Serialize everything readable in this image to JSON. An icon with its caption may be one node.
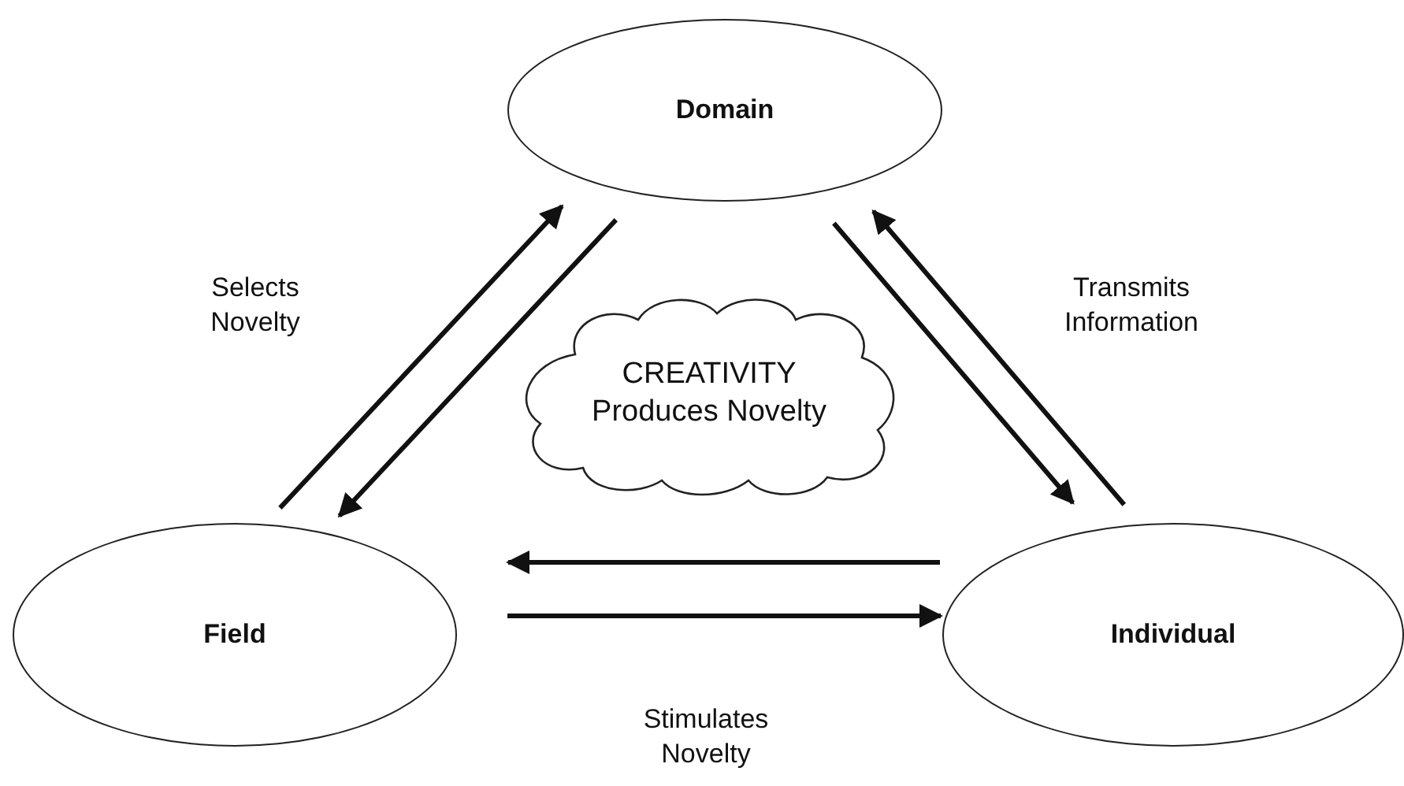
{
  "diagram": {
    "nodes": [
      {
        "text": [
          "Domain"
        ]
      },
      {
        "text": [
          "CREATIVITY",
          "Produces Novelty"
        ]
      },
      {
        "text": [
          "Field"
        ]
      },
      {
        "text": [
          "Individual"
        ]
      }
    ],
    "edges": [
      {
        "from": 2,
        "to": 0,
        "arrow": "to",
        "label": "Selects Novelty"
      },
      {
        "from": 0,
        "to": 2,
        "arrow": "to"
      },
      {
        "from": 0,
        "to": 3,
        "arrow": "to"
      },
      {
        "from": 3,
        "to": 0,
        "arrow": "to",
        "label": "Transmits Information"
      },
      {
        "from": 3,
        "to": 2,
        "arrow": "to"
      },
      {
        "from": 2,
        "to": 3,
        "arrow": "to",
        "label": "Stimulates Novelty"
      }
    ]
  }
}
